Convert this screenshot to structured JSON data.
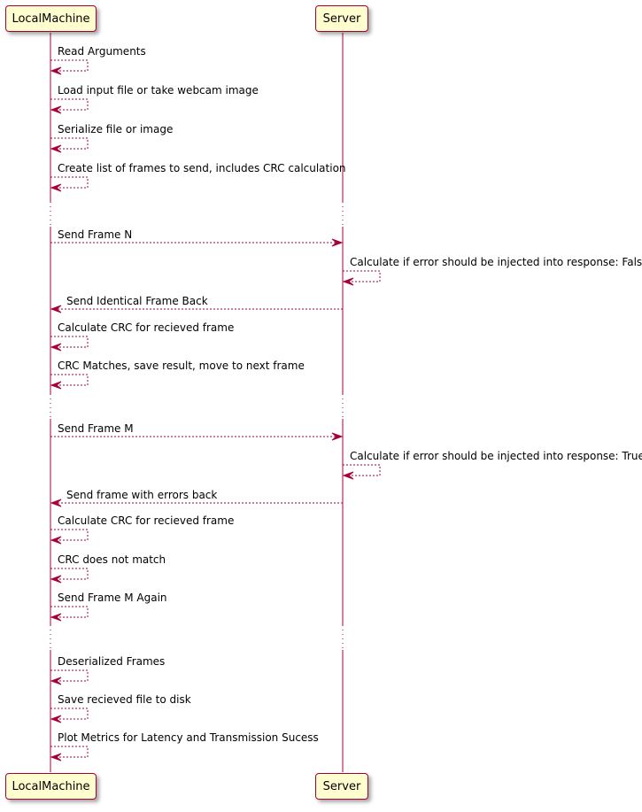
{
  "colors": {
    "participant_fill": "#FEFECE",
    "participant_border": "#A80036",
    "lifeline": "#A80036",
    "arrow": "#A80036",
    "text": "#000000"
  },
  "participants": [
    {
      "name": "LocalMachine"
    },
    {
      "name": "Server"
    }
  ],
  "messages": [
    {
      "from": 0,
      "to": 0,
      "text": "Read Arguments"
    },
    {
      "from": 0,
      "to": 0,
      "text": "Load input file or take webcam image"
    },
    {
      "from": 0,
      "to": 0,
      "text": "Serialize file or image"
    },
    {
      "from": 0,
      "to": 0,
      "text": "Create list of frames to send, includes CRC calculation"
    },
    {
      "divider": true
    },
    {
      "from": 0,
      "to": 1,
      "text": "Send Frame N"
    },
    {
      "from": 1,
      "to": 1,
      "text": "Calculate if error should be injected into response: False"
    },
    {
      "from": 1,
      "to": 0,
      "text": "Send Identical Frame Back"
    },
    {
      "from": 0,
      "to": 0,
      "text": "Calculate CRC for recieved frame"
    },
    {
      "from": 0,
      "to": 0,
      "text": "CRC Matches, save result, move to next frame"
    },
    {
      "divider": true
    },
    {
      "from": 0,
      "to": 1,
      "text": "Send Frame M"
    },
    {
      "from": 1,
      "to": 1,
      "text": "Calculate if error should be injected into response: True"
    },
    {
      "from": 1,
      "to": 0,
      "text": "Send frame with errors back"
    },
    {
      "from": 0,
      "to": 0,
      "text": "Calculate CRC for recieved frame"
    },
    {
      "from": 0,
      "to": 0,
      "text": "CRC does not match"
    },
    {
      "from": 0,
      "to": 0,
      "text": "Send Frame M Again"
    },
    {
      "divider": true
    },
    {
      "from": 0,
      "to": 0,
      "text": "Deserialized Frames"
    },
    {
      "from": 0,
      "to": 0,
      "text": "Save recieved file to disk"
    },
    {
      "from": 0,
      "to": 0,
      "text": "Plot Metrics for Latency and Transmission Sucess"
    }
  ]
}
